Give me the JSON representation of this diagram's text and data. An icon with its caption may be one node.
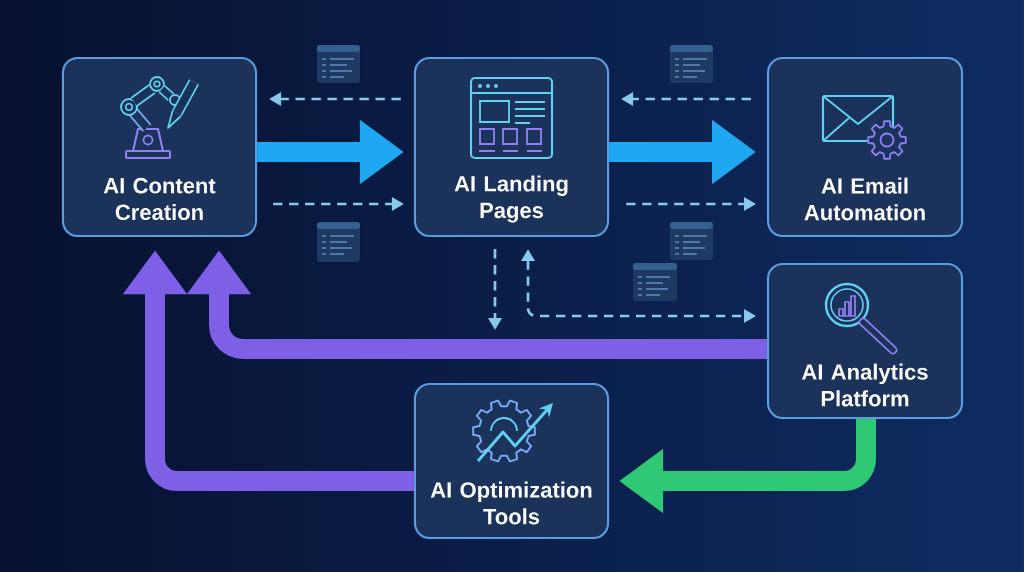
{
  "diagram": {
    "nodes": [
      {
        "text": [
          "AI Content Creation"
        ]
      },
      {
        "text": [
          "AI Landing Pages"
        ]
      },
      {
        "text": [
          "AI Email Automation"
        ]
      },
      {
        "text": [
          "AI Analytics Platform"
        ]
      },
      {
        "text": [
          "AI Optimization Tools"
        ]
      }
    ],
    "edges": [
      {
        "from": 1,
        "to": 0,
        "arrow": "to",
        "style": "dashed"
      },
      {
        "from": 0,
        "to": 1,
        "arrow": "to",
        "style": "thick",
        "color": "#1ea7f2"
      },
      {
        "from": 0,
        "to": 1,
        "arrow": "to",
        "style": "dashed"
      },
      {
        "from": 2,
        "to": 1,
        "arrow": "to",
        "style": "dashed"
      },
      {
        "from": 1,
        "to": 2,
        "arrow": "to",
        "style": "thick",
        "color": "#1ea7f2"
      },
      {
        "from": 1,
        "to": 2,
        "arrow": "to",
        "style": "dashed"
      },
      {
        "from": 1,
        "to": null,
        "arrow": "to",
        "style": "dashed"
      },
      {
        "from": 1,
        "to": 3,
        "arrow": "both",
        "style": "dashed"
      },
      {
        "from": 3,
        "to": 0,
        "arrow": "to",
        "style": "thick",
        "color": "#7d60e6"
      },
      {
        "from": 4,
        "to": 0,
        "arrow": "to",
        "style": "thick",
        "color": "#7d60e6"
      },
      {
        "from": 3,
        "to": 4,
        "arrow": "to",
        "style": "thick",
        "color": "#2fc874"
      }
    ]
  }
}
